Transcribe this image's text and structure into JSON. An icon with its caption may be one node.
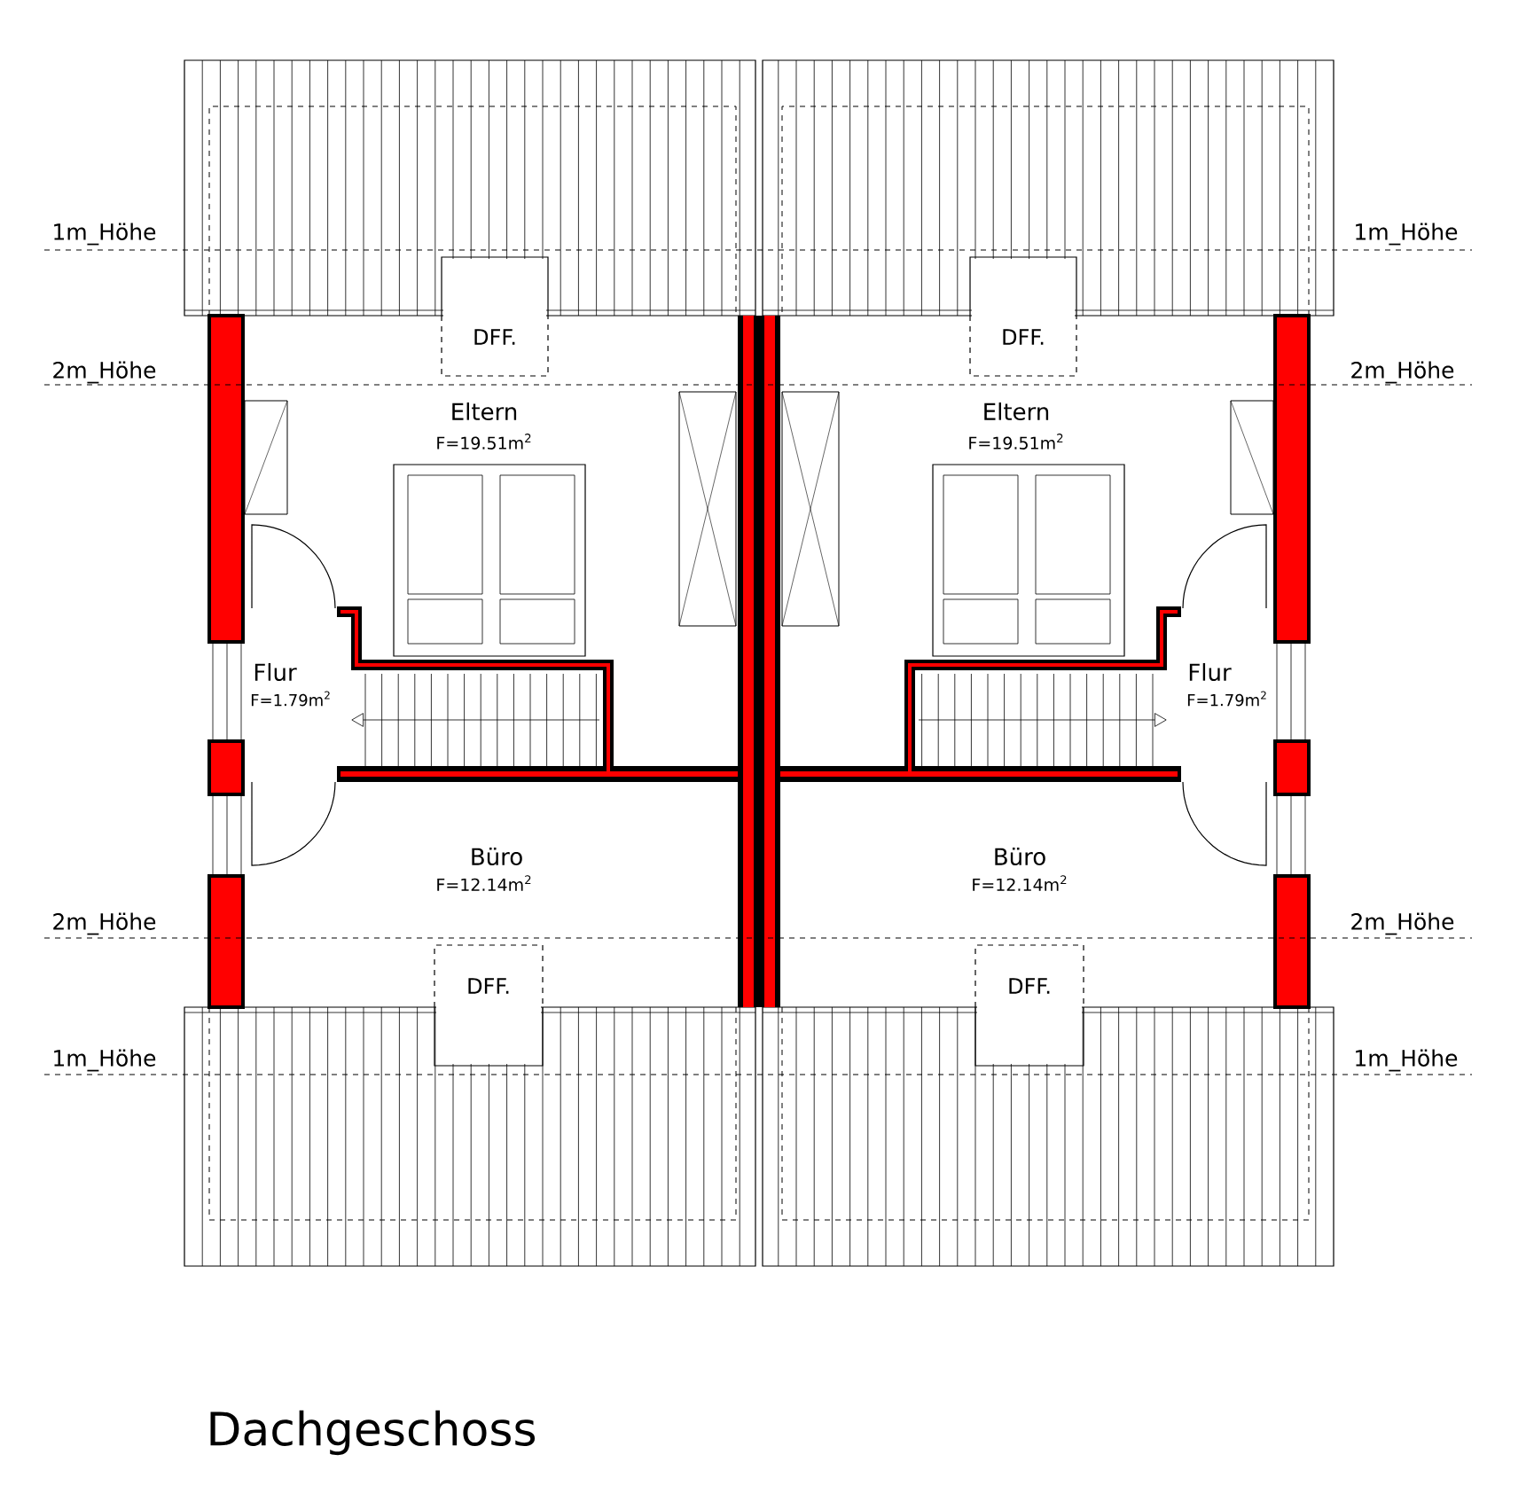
{
  "diagram": {
    "caption": "Dachgeschoss",
    "nodes": [
      {
        "text": [
          "DFF."
        ]
      },
      {
        "text": [
          "DFF."
        ]
      },
      {
        "text": [
          "DFF."
        ]
      },
      {
        "text": [
          "DFF."
        ]
      }
    ],
    "labels": [
      "1m_Höhe",
      "1m_Höhe",
      "2m_Höhe",
      "2m_Höhe",
      "Eltern",
      "Eltern",
      "F=19.51m$^{2}$",
      "F=19.51m$^{2}$",
      "Flur",
      "Flur",
      "F=1.79m$^{2}$",
      "F=1.79m$^{2}$",
      "Büro",
      "Büro",
      "F=12.14m$^{2}$",
      "F=12.14m$^{2}$",
      "2m_Höhe",
      "2m_Höhe",
      "1m_Höhe",
      "1m_Höhe"
    ]
  }
}
